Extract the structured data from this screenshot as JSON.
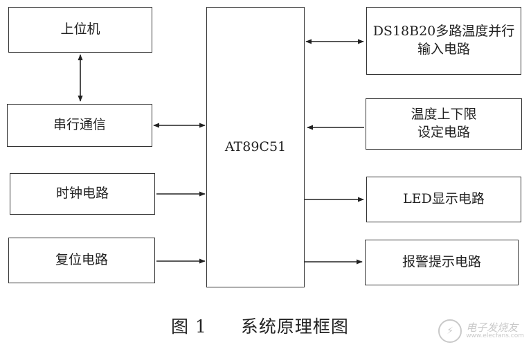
{
  "center": {
    "label": "AT89C51"
  },
  "left_blocks": {
    "host": "上位机",
    "serial": "串行通信",
    "clock": "时钟电路",
    "reset": "复位电路"
  },
  "right_blocks": {
    "temp_input": {
      "line1": "DS18B20多路温度并行",
      "line2": "输入电路"
    },
    "limit_set": {
      "line1": "温度上下限",
      "line2": "设定电路"
    },
    "led": "LED显示电路",
    "alarm": "报警提示电路"
  },
  "caption": {
    "figure_number": "图 1",
    "title": "系统原理框图"
  },
  "watermark": {
    "title": "电子发烧友",
    "url": "www.elecfans.com"
  }
}
